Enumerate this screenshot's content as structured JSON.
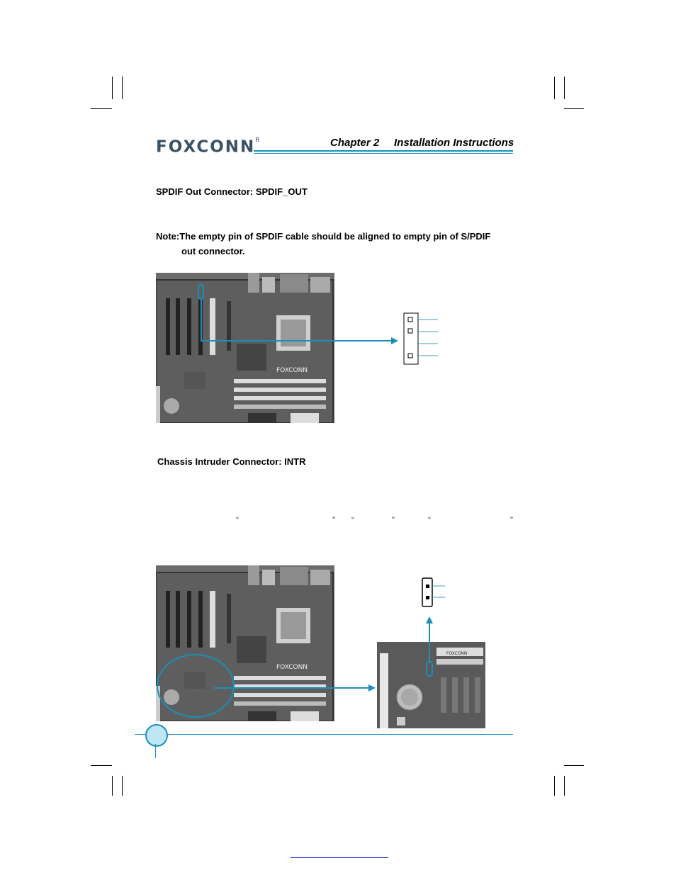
{
  "header": {
    "logo_text": "FOXCONN",
    "logo_mark": "R",
    "chapter": "Chapter 2     Installation Instructions"
  },
  "spdif": {
    "heading": "SPDIF Out Connector: SPDIF_OUT",
    "note_line1": "Note:The empty pin of SPDIF cable should be aligned to empty pin of S/PDIF",
    "note_line2": "out connector."
  },
  "intr": {
    "heading": "Chassis Intruder Connector: INTR",
    "quotes": [
      "“",
      "”",
      "“",
      "”",
      "“",
      "”"
    ]
  },
  "colors": {
    "accent": "#1a8fb8",
    "logo": "#3a5266"
  }
}
